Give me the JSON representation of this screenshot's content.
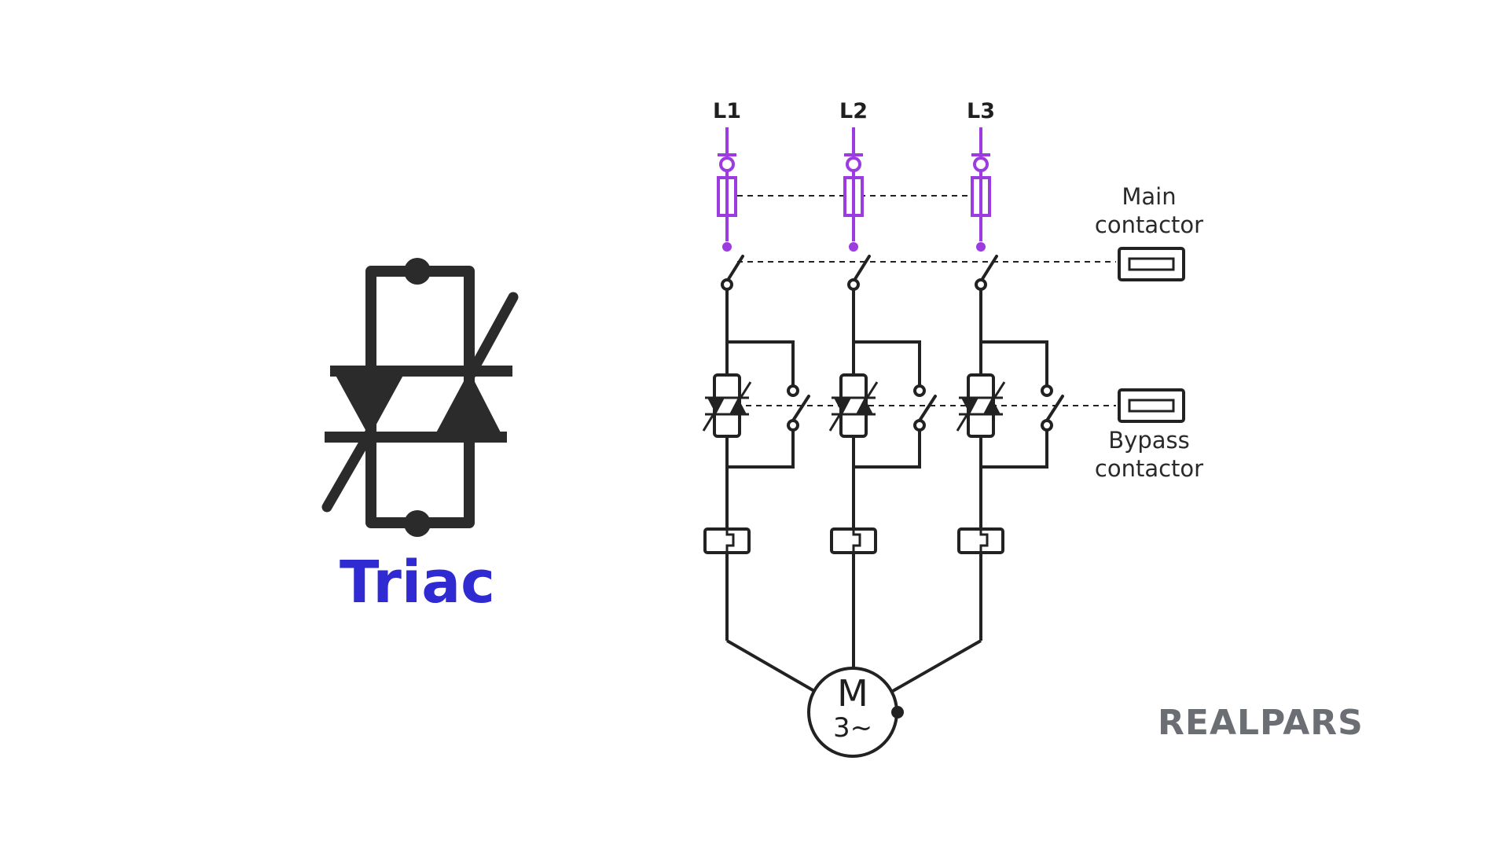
{
  "colors": {
    "wire": "#222222",
    "fuse": "#9b3be0",
    "triac_symbol": "#2b2b2b",
    "caption": "#2f2ad1",
    "brand": "#6b6e72",
    "background": "#ffffff"
  },
  "triac_symbol": {
    "caption": "Triac"
  },
  "phases": [
    {
      "label": "L1"
    },
    {
      "label": "L2"
    },
    {
      "label": "L3"
    }
  ],
  "labels": {
    "main_contactor": [
      "Main",
      "contactor"
    ],
    "bypass_contactor": [
      "Bypass",
      "contactor"
    ]
  },
  "motor": {
    "letter": "M",
    "phase_text": "3~"
  },
  "brand": {
    "name": "REALPARS"
  }
}
